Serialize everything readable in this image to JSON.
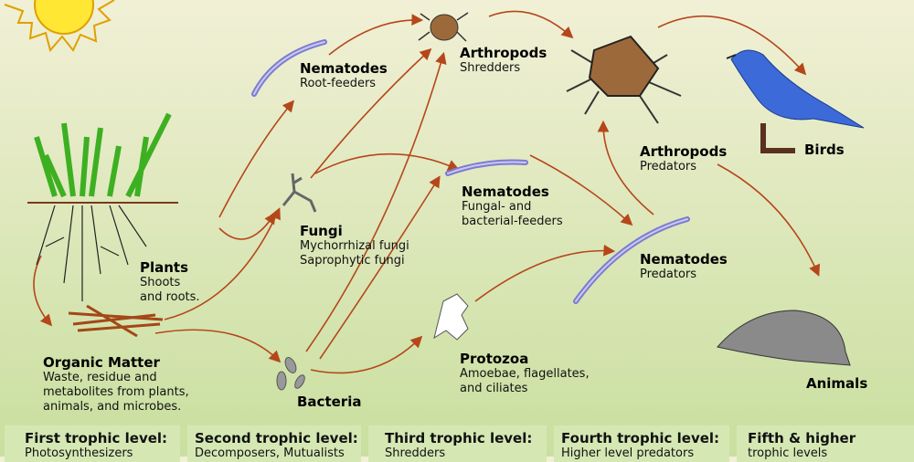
{
  "nodes": {
    "nematodes_root": {
      "title": "Nematodes",
      "sub": "Root-feeders"
    },
    "arthropods_shred": {
      "title": "Arthropods",
      "sub": "Shredders"
    },
    "arthropods_pred": {
      "title": "Arthropods",
      "sub": "Predators"
    },
    "birds": {
      "title": "Birds"
    },
    "fungi": {
      "title": "Fungi",
      "sub1": "Mychorrhizal fungi",
      "sub2": "Saprophytic fungi"
    },
    "nematodes_fungal": {
      "title": "Nematodes",
      "sub1": "Fungal- and",
      "sub2": "bacterial-feeders"
    },
    "nematodes_pred": {
      "title": "Nematodes",
      "sub": "Predators"
    },
    "plants": {
      "title": "Plants",
      "sub1": "Shoots",
      "sub2": "and roots."
    },
    "organic": {
      "title": "Organic Matter",
      "sub1": "Waste, residue and",
      "sub2": "metabolites from plants,",
      "sub3": "animals, and microbes."
    },
    "bacteria": {
      "title": "Bacteria"
    },
    "protozoa": {
      "title": "Protozoa",
      "sub1": "Amoebae, flagellates,",
      "sub2": "and ciliates"
    },
    "animals": {
      "title": "Animals"
    }
  },
  "levels": [
    {
      "title": "First trophic level:",
      "sub": "Photosynthesizers"
    },
    {
      "title": "Second trophic level:",
      "sub": "Decomposers, Mutualists"
    },
    {
      "title": "Third trophic level:",
      "sub": "Shredders"
    },
    {
      "title": "Fourth trophic level:",
      "sub": "Higher level predators"
    },
    {
      "title": "Fifth & higher",
      "sub": "trophic levels"
    }
  ],
  "colors": {
    "arrow": "#b5471a",
    "sun": "#ffe733",
    "worm": "#a9a8e8"
  }
}
